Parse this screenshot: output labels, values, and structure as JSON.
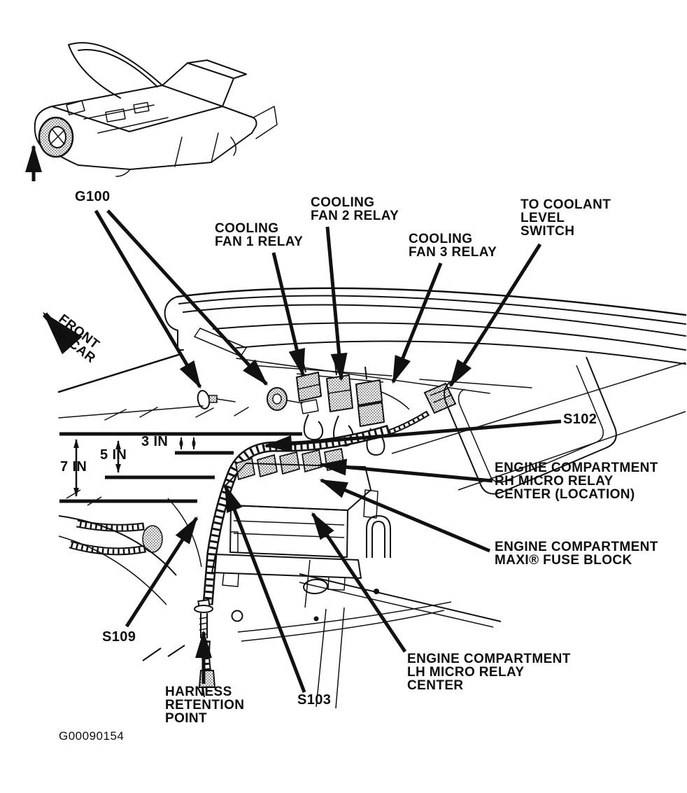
{
  "figure_id": "G00090154",
  "front_of_car": "FRONT\nOF CAR",
  "callouts": {
    "g100": {
      "text": "G100"
    },
    "cooling_fan_1_relay": {
      "text": "COOLING\nFAN 1 RELAY"
    },
    "cooling_fan_2_relay": {
      "text": "COOLING\nFAN 2 RELAY"
    },
    "cooling_fan_3_relay": {
      "text": "COOLING\nFAN 3 RELAY"
    },
    "coolant_level_switch": {
      "text": "TO COOLANT\nLEVEL\nSWITCH"
    },
    "s102": {
      "text": "S102"
    },
    "rh_micro_relay_center": {
      "text": "ENGINE COMPARTMENT\nRH MICRO RELAY\nCENTER (LOCATION)"
    },
    "maxi_fuse_block": {
      "text": "ENGINE COMPARTMENT\nMAXI® FUSE BLOCK"
    },
    "lh_micro_relay_center": {
      "text": "ENGINE COMPARTMENT\nLH MICRO RELAY\nCENTER"
    },
    "s109": {
      "text": "S109"
    },
    "harness_retention_point": {
      "text": "HARNESS\nRETENTION\nPOINT"
    },
    "s103": {
      "text": "S103"
    }
  },
  "measurements": {
    "seven_in": "7 IN",
    "five_in": "5 IN",
    "three_in": "3 IN"
  },
  "colors": {
    "ink": "#111111",
    "background": "#ffffff"
  }
}
